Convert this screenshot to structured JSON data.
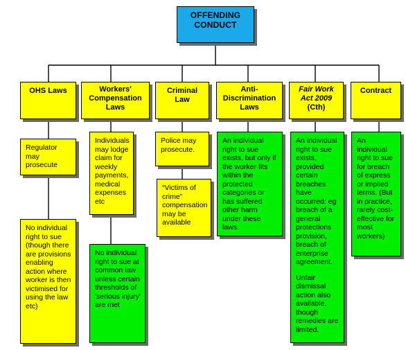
{
  "root": {
    "label_line1": "OFFENDING",
    "label_line2": "CONDUCT"
  },
  "categories": [
    {
      "id": "ohs",
      "lines": [
        "OHS Laws"
      ]
    },
    {
      "id": "wc",
      "lines": [
        "Workers'",
        "Compensation",
        "Laws"
      ]
    },
    {
      "id": "criminal",
      "lines": [
        "Criminal",
        "Law"
      ]
    },
    {
      "id": "antidisc",
      "lines": [
        "Anti-",
        "Discrimination",
        "Laws"
      ]
    },
    {
      "id": "fairwork",
      "italic_line1": "Fair Work",
      "italic_line2": "Act 2009",
      "plain_line3": "(Cth)"
    },
    {
      "id": "contract",
      "lines": [
        "Contract"
      ]
    }
  ],
  "notes": {
    "ohs_1": "Regulator may prosecute",
    "ohs_2": "No individual right to sue (though there are provisions enabling action where worker is then victimised for using the law etc)",
    "wc_1": "Individuals may lodge claim for weekly payments, medical expenses etc",
    "wc_2": "No individual right to sue at common law unless certain thresholds of 'serious injury' are met",
    "crim_1": "Police may prosecute.",
    "crim_2": "“Victims of crime” compensation may be available",
    "ad_1": "An individual right to sue exists, but only if the worker fits within the protected categories or has suffered other harm under these laws.",
    "fw_1a": "An individual right to sue exists, provided certain breaches have occurred: eg breach of a general protections provision, breach of enterprise agreement.",
    "fw_1b": "Unfair dismissal action also available, though remedies are limited.",
    "contract_1": "An individual right to sue for breach of express or implied terms. (But in practice, rarely cost-effective for most workers)"
  },
  "colors": {
    "root": "#1aa9ea",
    "category": "#ffff00",
    "yellow_note": "#ffff00",
    "green_note": "#00ee00",
    "shadow": "#6b6b6b"
  }
}
